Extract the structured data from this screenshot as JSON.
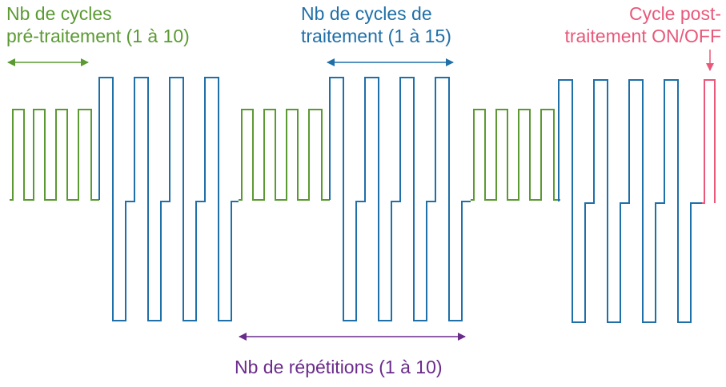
{
  "labels": {
    "pretreatment": {
      "line1": "Nb de cycles",
      "line2": "pré-traitement (1 à 10)"
    },
    "treatment": {
      "line1": "Nb de cycles de",
      "line2": "traitement (1 à 15)"
    },
    "posttreatment": {
      "line1": "Cycle post-",
      "line2": "traitement ON/OFF"
    },
    "repetitions": {
      "line1": "Nb de répétitions (1 à 10)"
    }
  },
  "colors": {
    "pretreatment": "#5b9a33",
    "treatment": "#1f6fa8",
    "posttreatment": "#e8587a",
    "repetitions": "#6a2b8a"
  }
}
